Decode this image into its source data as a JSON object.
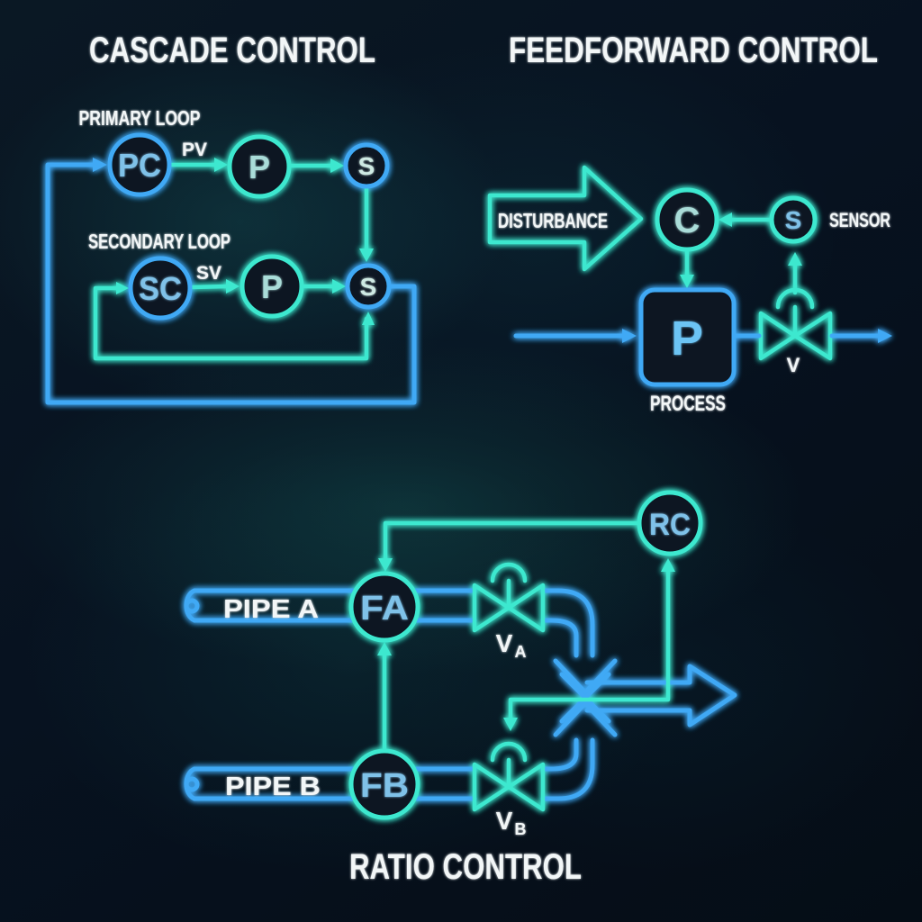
{
  "colors": {
    "background": "#060f18",
    "node_fill": "#081621",
    "blue": "#3fa9f5",
    "cyan": "#3ce8cf",
    "white": "#f2f6f7",
    "letter_blue": "#7fc1e8",
    "letter_cyan": "#a9dcd8",
    "letter_mint": "#cfeae4",
    "process_letter": "#6cc4f4",
    "divider": "#2d948e"
  },
  "panels": {
    "cascade": {
      "title": "CASCADE CONTROL",
      "primary_loop_label": "PRIMARY LOOP",
      "secondary_loop_label": "SECONDARY LOOP",
      "pv_label": "PV",
      "sv_label": "SV",
      "nodes": {
        "primary_controller": "PC",
        "primary_process": "P",
        "primary_sensor": "S",
        "secondary_controller": "SC",
        "secondary_process": "P",
        "secondary_sensor": "S"
      }
    },
    "feedforward": {
      "title": "FEEDFORWARD CONTROL",
      "disturbance_label": "DISTURBANCE",
      "sensor_label": "SENSOR",
      "process_label": "PROCESS",
      "valve_label": "V",
      "nodes": {
        "controller": "C",
        "sensor": "S",
        "process": "P"
      }
    },
    "ratio": {
      "title": "RATIO CONTROL",
      "pipe_a_label": "PIPE A",
      "pipe_b_label": "PIPE B",
      "valve_a": {
        "base": "V",
        "sub": "A"
      },
      "valve_b": {
        "base": "V",
        "sub": "B"
      },
      "nodes": {
        "ratio_controller": "RC",
        "flow_a": "FA",
        "flow_b": "FB"
      }
    }
  }
}
